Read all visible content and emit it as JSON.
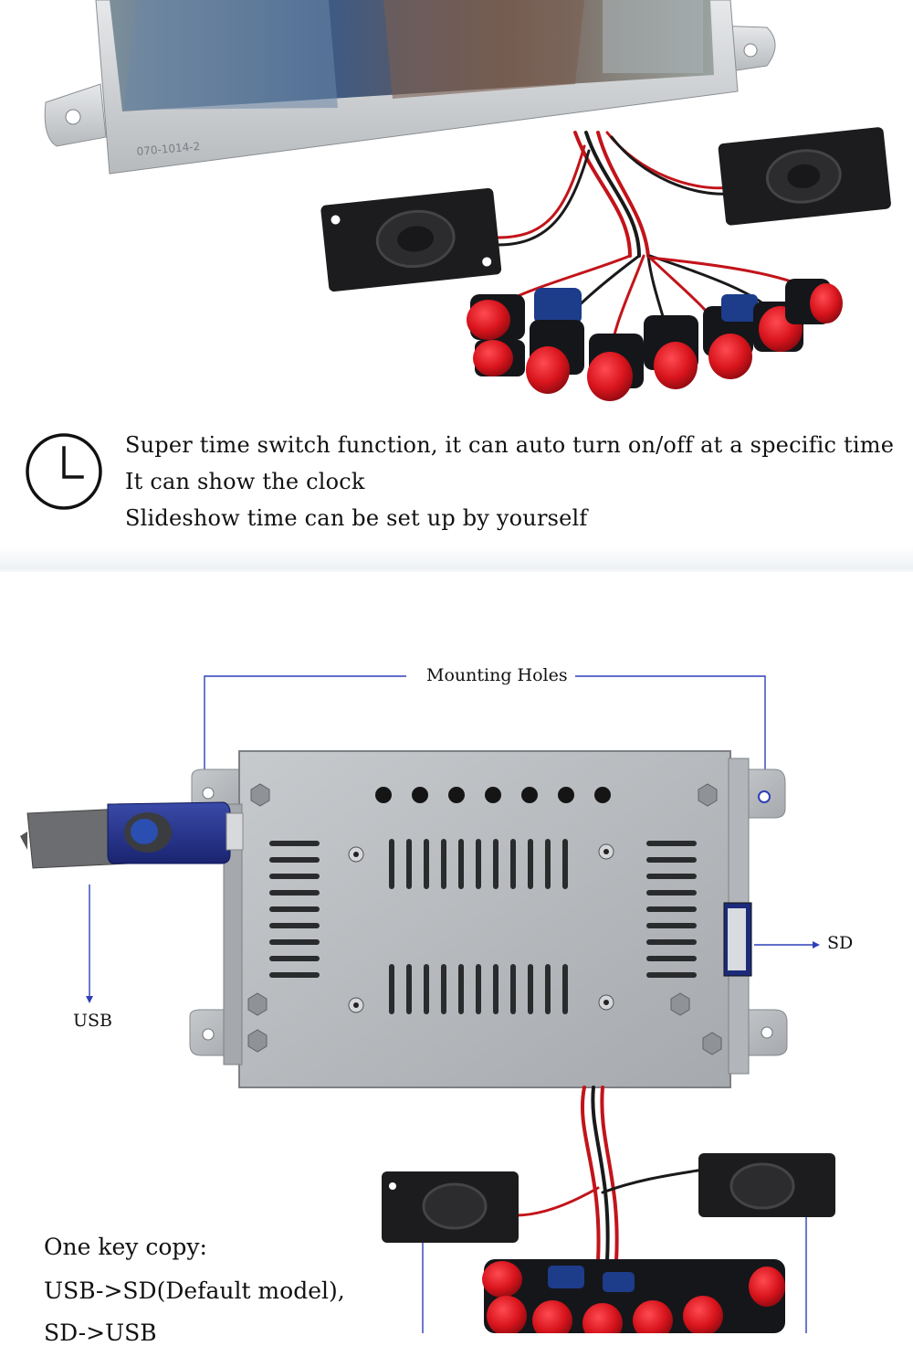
{
  "features": {
    "items": [
      "Super time switch function, it can auto turn on/off at a specific time",
      "It can show the clock",
      "Slideshow time can be set up by yourself"
    ]
  },
  "diagram": {
    "mounting_holes": "Mounting Holes",
    "usb": "USB",
    "sd": "SD",
    "frame_marking": "070-1014-2"
  },
  "copy": {
    "lines": [
      "One key copy:",
      "USB->SD(Default model),",
      "SD->USB"
    ]
  },
  "icons": {
    "feature": "clock-icon"
  },
  "colors": {
    "callout_line": "#2f3fb8",
    "button_red": "#d8141c",
    "board_metal": "#b9bcc0",
    "usb_blue": "#23308a"
  }
}
